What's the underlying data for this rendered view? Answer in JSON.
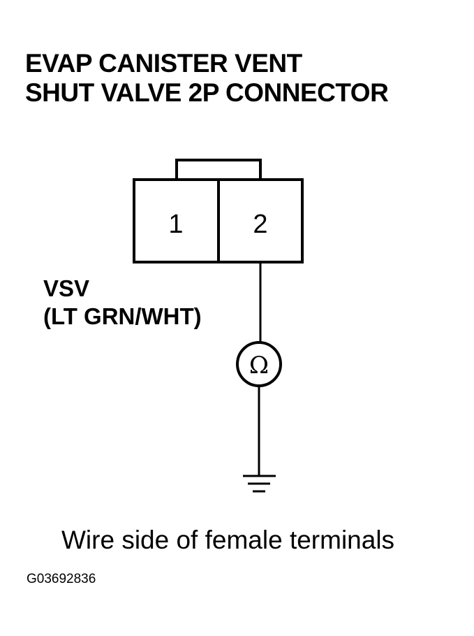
{
  "title": {
    "line1": "EVAP CANISTER VENT",
    "line2": "SHUT VALVE 2P CONNECTOR"
  },
  "connector": {
    "pin1": "1",
    "pin2": "2"
  },
  "wire": {
    "signal": "VSV",
    "color": "(LT GRN/WHT)"
  },
  "meter": {
    "symbol": "Ω",
    "icon": "ohmmeter-icon"
  },
  "ground": {
    "icon": "ground-icon"
  },
  "caption": "Wire side of female terminals",
  "figure_id": "G03692836"
}
